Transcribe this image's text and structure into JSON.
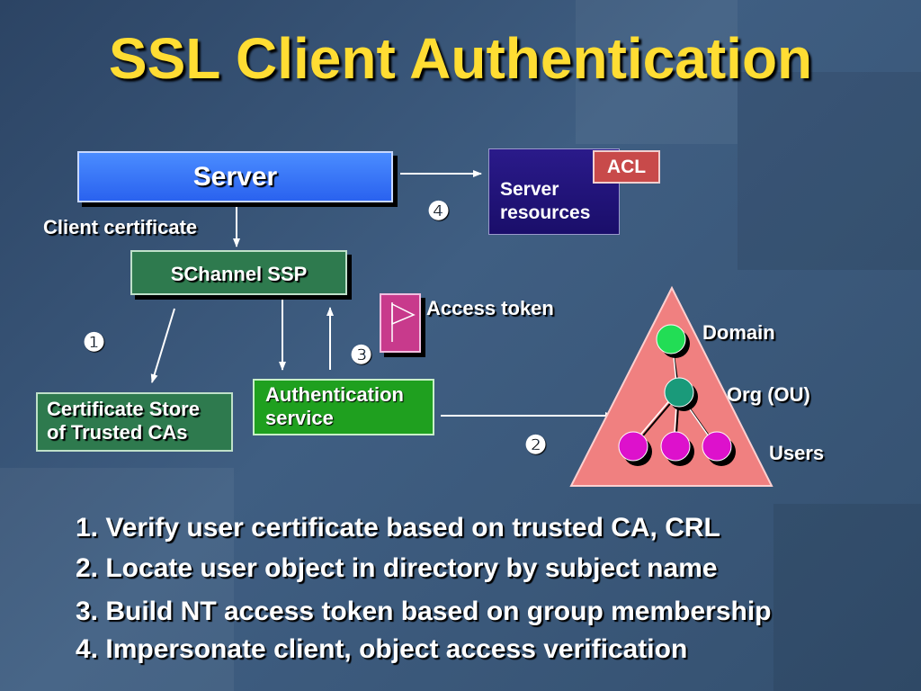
{
  "title": "SSL Client Authentication",
  "server_label": "Server",
  "client_certificate_label": "Client certificate",
  "schannel_label": "SChannel SSP",
  "cert_store": {
    "line1": "Certificate Store",
    "line2": "of Trusted CAs"
  },
  "auth_service": {
    "line1": "Authentication",
    "line2": "service"
  },
  "server_resources": {
    "line1": "Server",
    "line2": "resources"
  },
  "acl_label": "ACL",
  "access_token_label": "Access token",
  "directory": {
    "domain_label": "Domain",
    "org_label": "Org (OU)",
    "users_label": "Users"
  },
  "step_markers": {
    "one": "❶",
    "two": "❷",
    "three": "❸",
    "four": "❹"
  },
  "steps": [
    "1. Verify user certificate based on trusted CA, CRL",
    "2. Locate user object in directory by subject name",
    "3. Build NT access token based on group membership",
    "4. Impersonate client, object access verification"
  ],
  "colors": {
    "title": "#ffdd33",
    "server_box": "#2a62ef",
    "schannel_box": "#2e7a4e",
    "auth_box": "#1fa01f",
    "resources_box": "#1a0e6a",
    "acl_box": "#c84a4a",
    "token": "#c83a8c",
    "triangle": "#f08080",
    "domain_node": "#22dd55",
    "org_node": "#1a9a7a",
    "user_node": "#dd11cc"
  }
}
